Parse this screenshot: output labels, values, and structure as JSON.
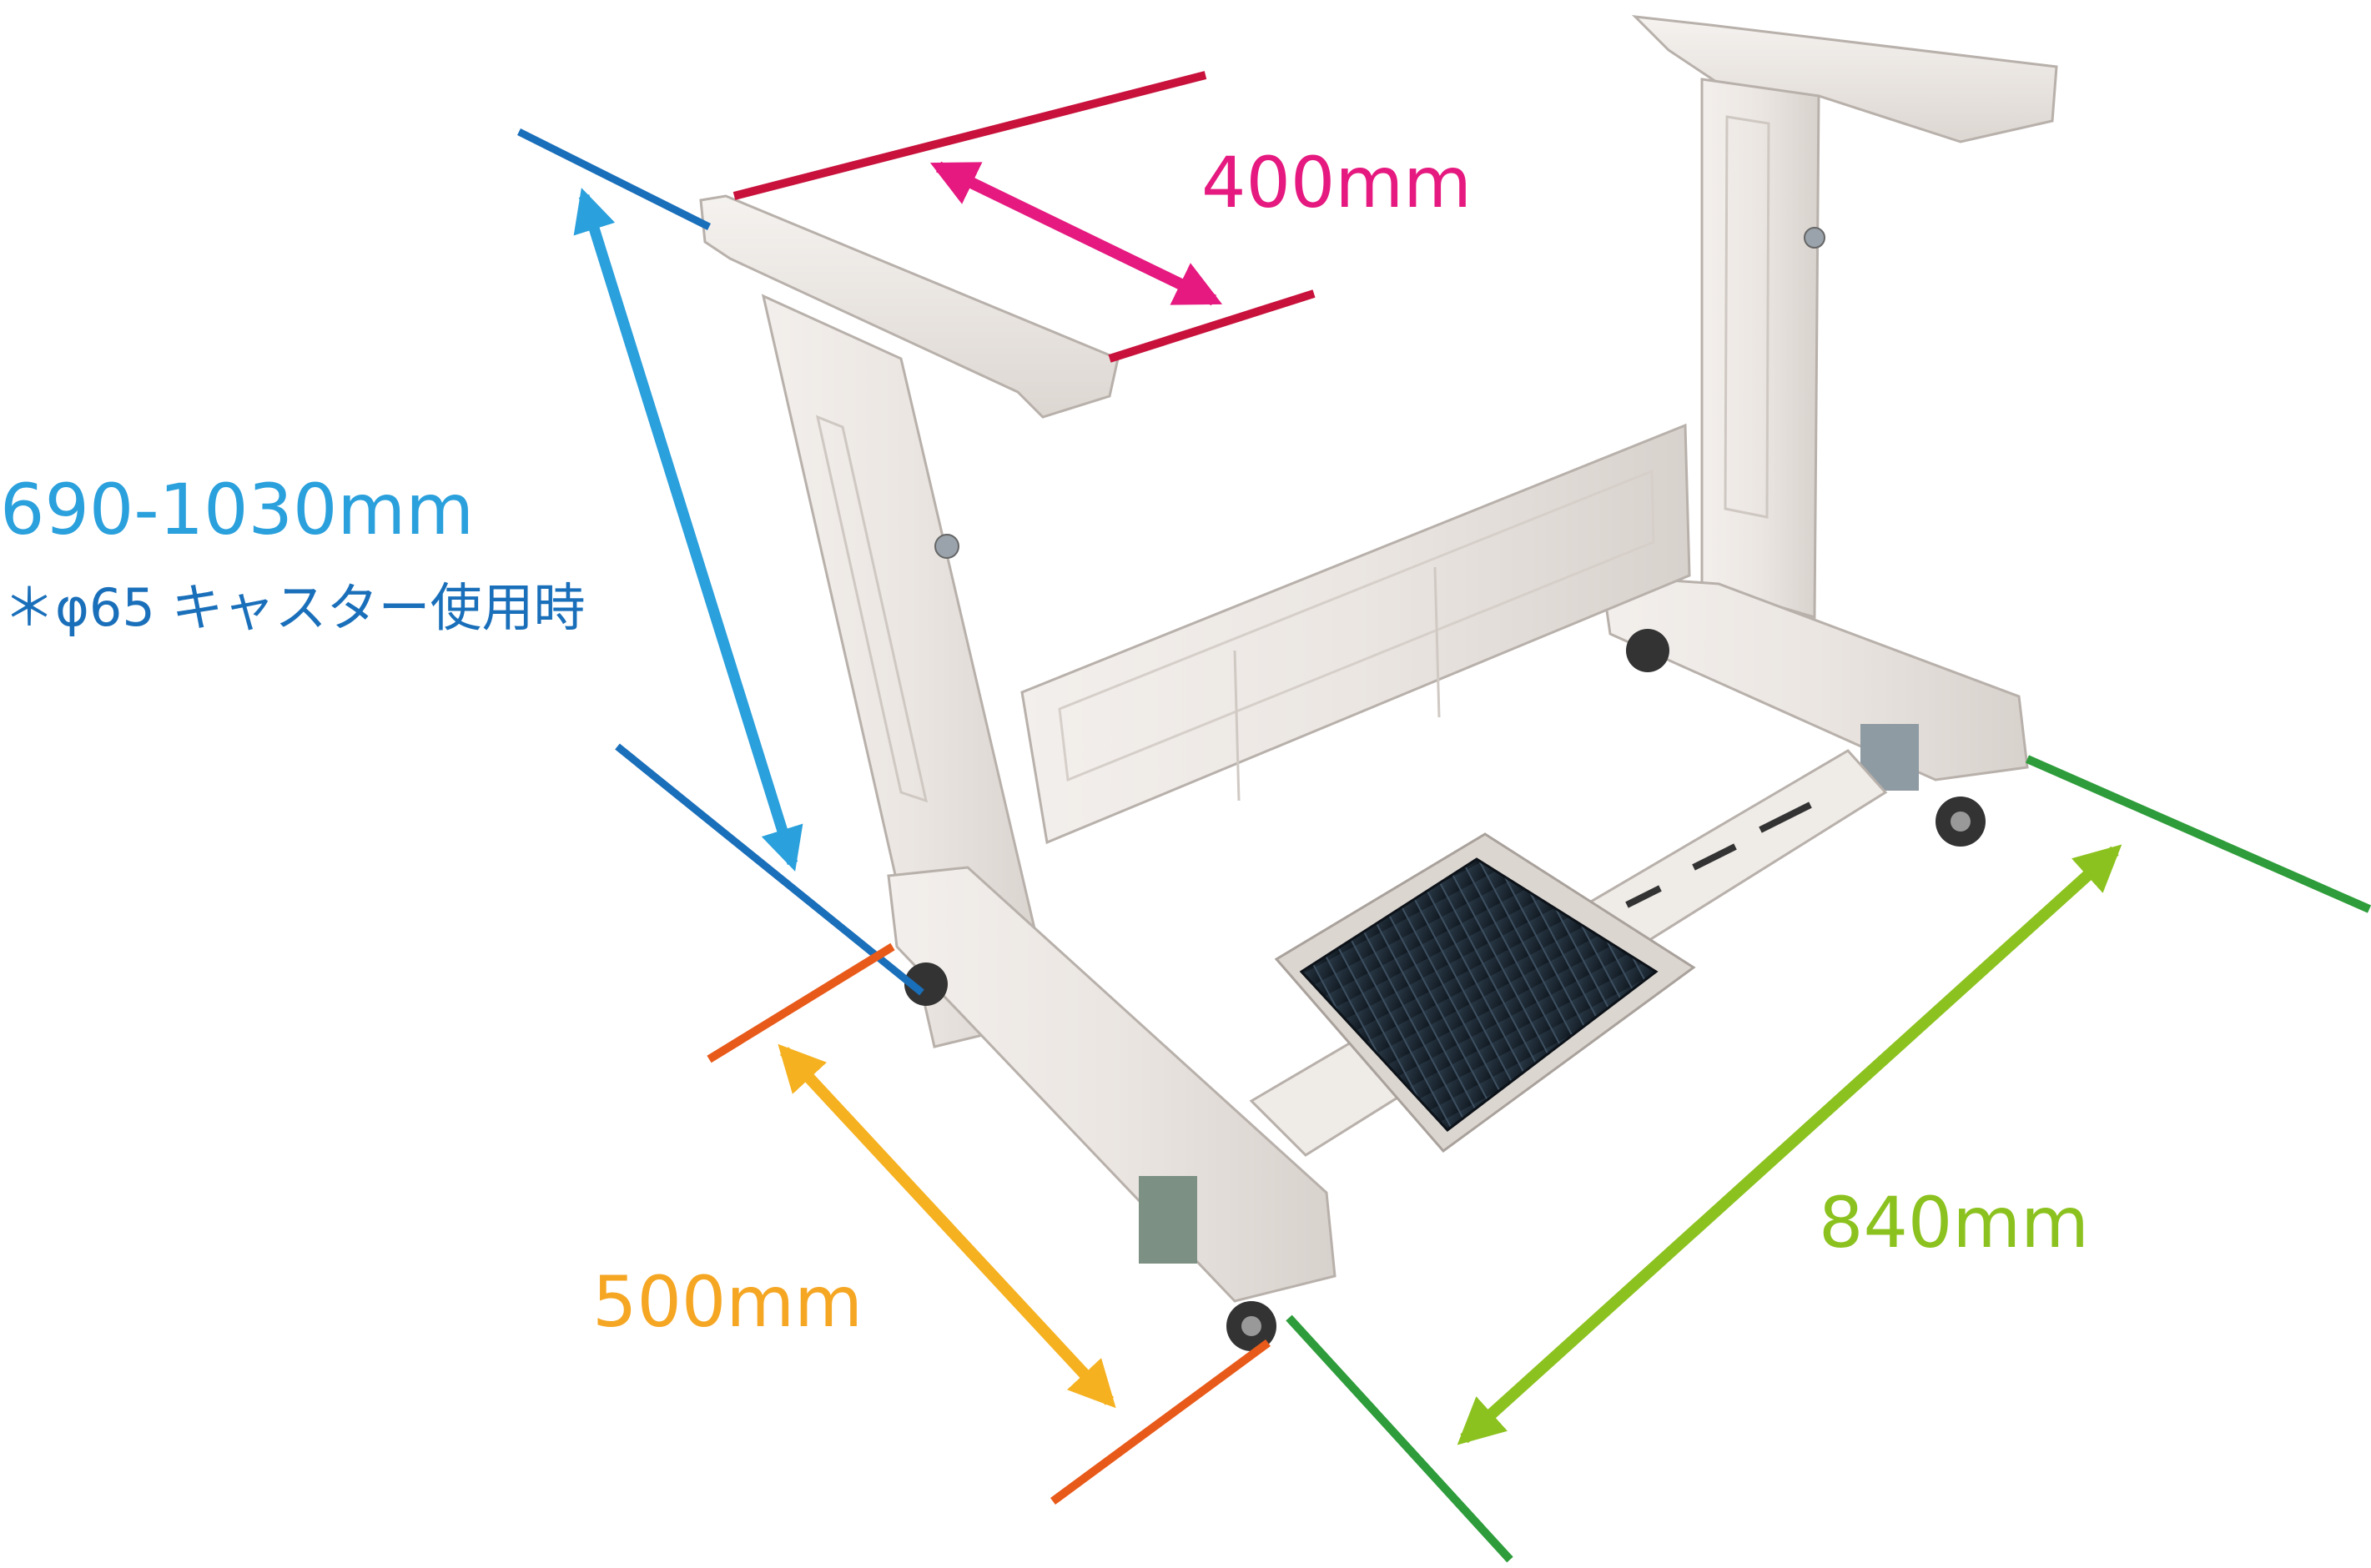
{
  "dimensions": {
    "depth_top": {
      "text": "400mm",
      "color": "#e5197f",
      "line_color": "#c8123c"
    },
    "height": {
      "text": "690-1030mm",
      "note": "＊φ65 キャスター使用時",
      "color": "#2aa0dc",
      "line_color": "#1a6fba"
    },
    "depth_base": {
      "text": "500mm",
      "color": "#f5a623",
      "line_color": "#e85a1a"
    },
    "width": {
      "text": "840mm",
      "color": "#8cc21f",
      "line_color": "#2e9c3a"
    }
  }
}
